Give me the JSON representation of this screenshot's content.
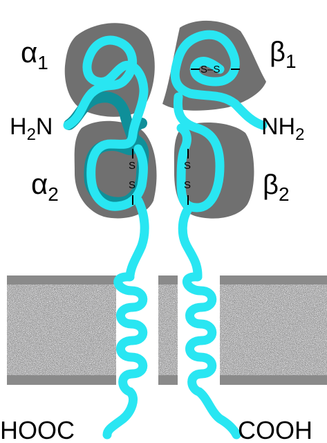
{
  "labels": {
    "alpha1": {
      "greek": "α",
      "sub": "1"
    },
    "alpha2": {
      "greek": "α",
      "sub": "2"
    },
    "beta1": {
      "greek": "β",
      "sub": "1"
    },
    "beta2": {
      "greek": "β",
      "sub": "2"
    },
    "h2n": {
      "pre": "H",
      "sub": "2",
      "post": "N"
    },
    "nh2": {
      "pre": "NH",
      "sub": "2"
    },
    "hooc": "HOOC",
    "cooh": "COOH",
    "s": "S",
    "ss_beta1": "S–S"
  },
  "colors": {
    "chain": "#29e6f2",
    "chain_edge": "#0f8f99",
    "domain": "#707070",
    "membrane": "#8a8a8a",
    "membrane_noise_light": "#d8d8d8",
    "text": "#000000"
  }
}
